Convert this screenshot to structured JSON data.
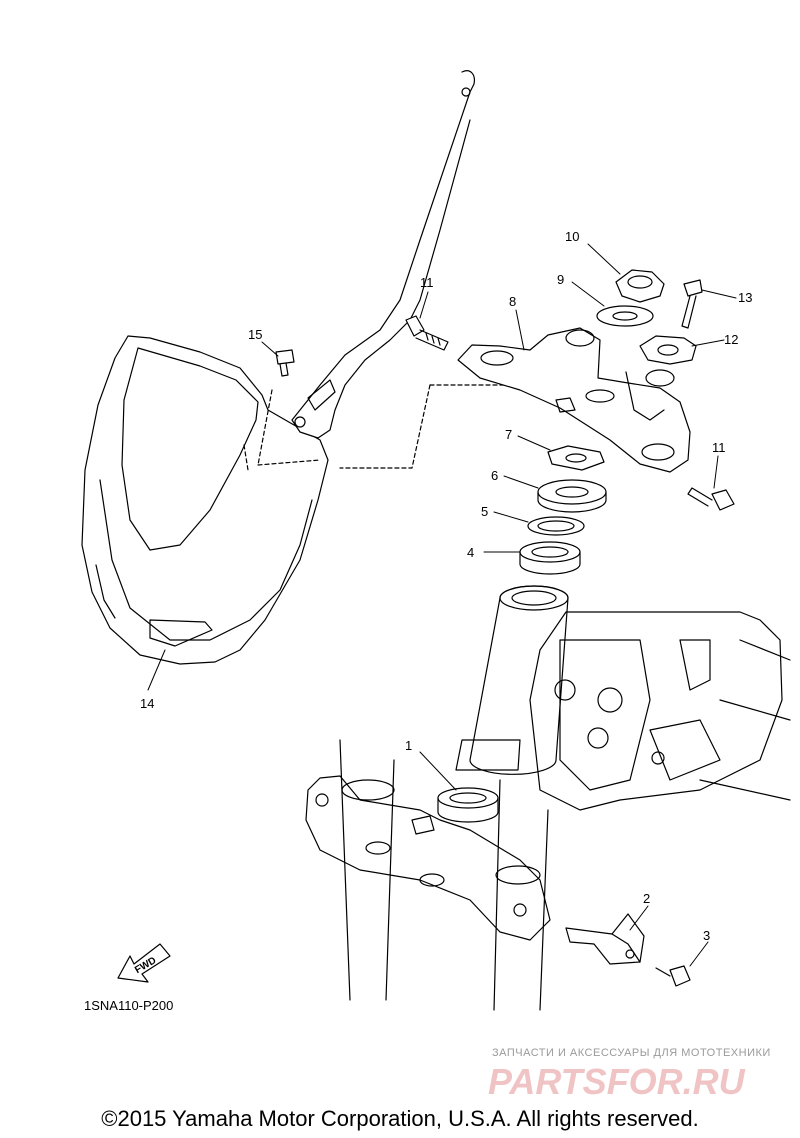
{
  "callouts": [
    "1",
    "2",
    "3",
    "4",
    "5",
    "6",
    "7",
    "8",
    "9",
    "10",
    "11",
    "11",
    "12",
    "13",
    "14",
    "15"
  ],
  "fwd_label": "FWD",
  "diagram_code": "1SNA110-P200",
  "watermark": {
    "line1": "ЗАПЧАСТИ И АКСЕССУАРЫ ДЛЯ МОТОТЕХНИКИ",
    "line2": "PARTSFOR.RU"
  },
  "copyright": "©2015 Yamaha Motor Corporation, U.S.A. All rights reserved."
}
